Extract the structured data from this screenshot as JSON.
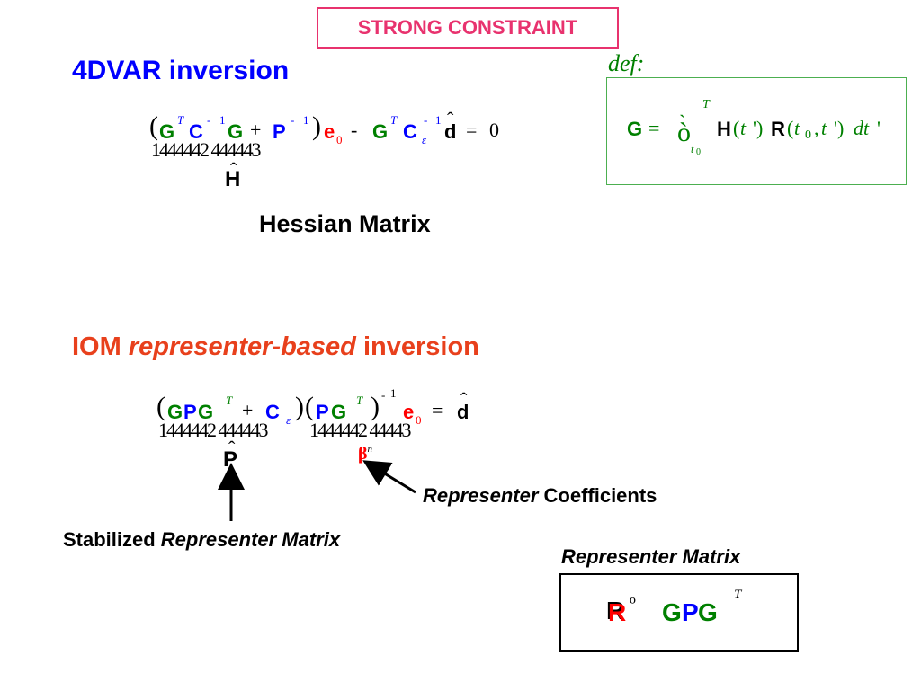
{
  "banner": "STRONG CONSTRAINT",
  "section1_title": "4DVAR inversion",
  "def_label": "def:",
  "eq1": {
    "open": "(",
    "G": "G",
    "T1": "T",
    "C": "C",
    "m1a": "-",
    "one_a": "1",
    "G2": "G",
    "plus": "+",
    "P": "P",
    "m1b": "-",
    "one_b": "1",
    "close": ")",
    "e": "e",
    "zero_sub": "0",
    "minus": "-",
    "G3": "G",
    "T2": "T",
    "C2": "C",
    "eps": "ε",
    "m1c": "-",
    "one_c": "1",
    "hat": "ˆ",
    "d": "d",
    "eq": "=",
    "zero": "0",
    "brace": "1444442 444443",
    "H_hat": "ˆ",
    "H": "H"
  },
  "hessian_label": "Hessian Matrix",
  "def_eq": {
    "G": "G",
    "eq": "=",
    "integral": "ò",
    "grave": "`",
    "lim_t": "t",
    "lim_0": "0",
    "T": "T",
    "H": "H",
    "lpar": "(",
    "t": "t",
    "prime": "')",
    "R": "R",
    "lpar2": "(",
    "t2": "t",
    "sub0": "0",
    "comma": ",",
    "t3": "t",
    "prime2": "')",
    "dt": "dt",
    "prime3": "'"
  },
  "section2_title": {
    "part1": "IOM ",
    "part2": "representer-based",
    "part3": " inversion"
  },
  "eq2": {
    "open1": "(",
    "G": "G",
    "P": "P",
    "G2": "G",
    "T1": "T",
    "plus": "+",
    "C": "C",
    "eps": "ε",
    "close1": ")",
    "open2": "(",
    "P2": "P",
    "G3": "G",
    "T2": "T",
    "close2": ")",
    "m1": "-",
    "one": "1",
    "e": "e",
    "sub0": "0",
    "eq": "=",
    "hat": "ˆ",
    "d": "d",
    "brace1": "1444442 444443",
    "brace2": "1444442 44443",
    "P_hat": "ˆ",
    "P_label": "P",
    "beta": "β",
    "beta_sup": "n"
  },
  "rep_coeff": {
    "italic": "Representer",
    "rest": " Coefficients"
  },
  "stab_label": {
    "rest": "Stabilized ",
    "italic": "Representer Matrix"
  },
  "rep_matrix_label": "Representer Matrix",
  "rep_box": {
    "R_black": "R",
    "R_red": "R",
    "sym": "º",
    "G": "G",
    "P": "P",
    "G2": "G",
    "T": "T"
  }
}
